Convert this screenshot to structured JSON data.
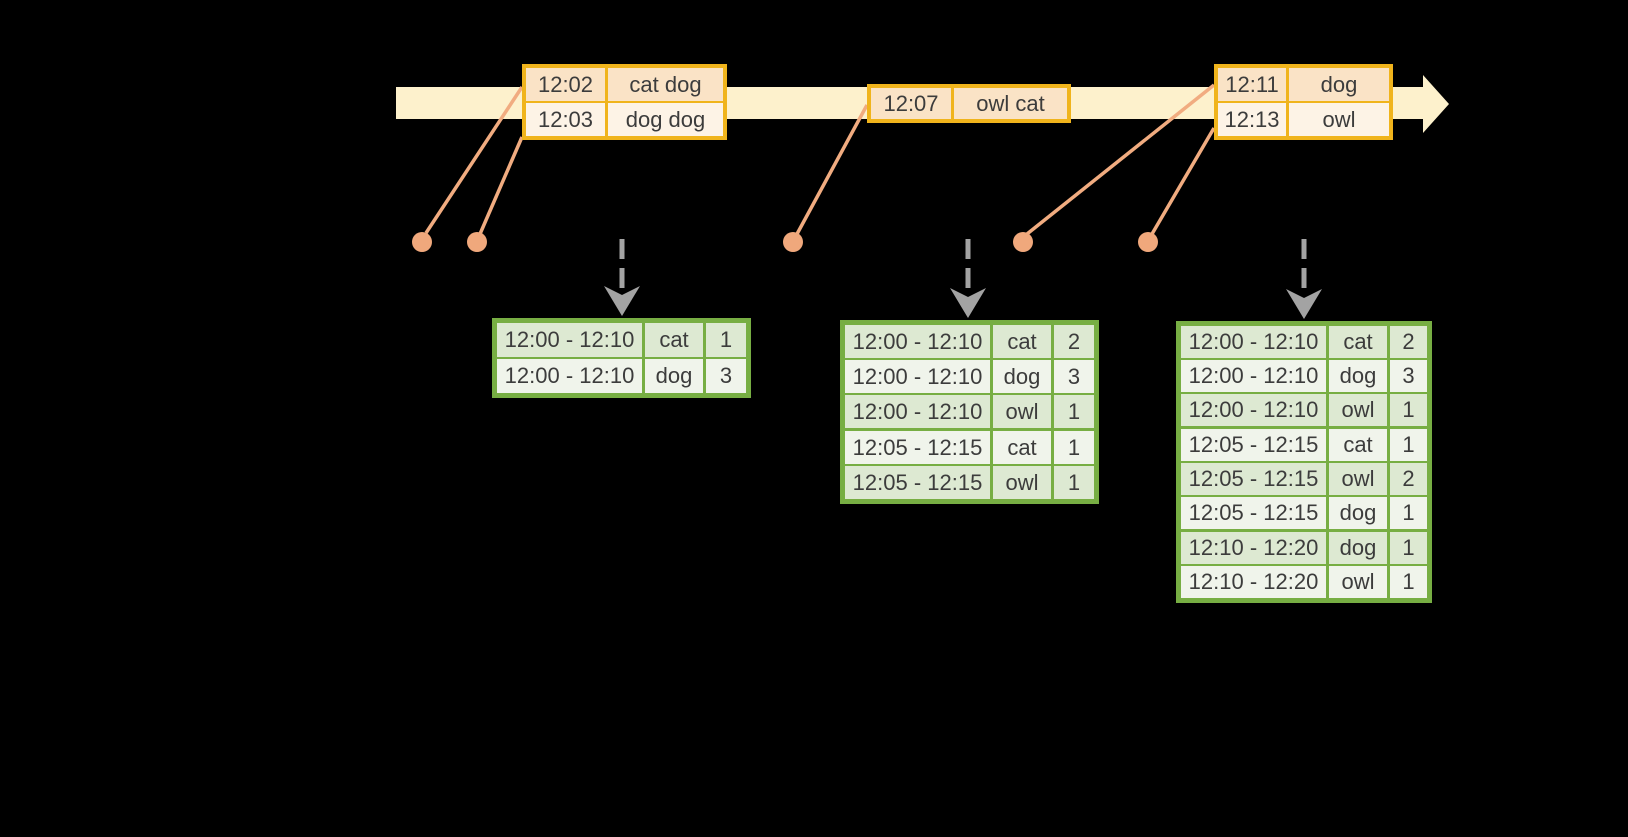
{
  "diagram": {
    "description": "windowed-word-count-stream-diagram",
    "input_batches": [
      {
        "name": "input-batch-1",
        "events": [
          {
            "time": "12:02",
            "words": "cat dog"
          },
          {
            "time": "12:03",
            "words": "dog dog"
          }
        ]
      },
      {
        "name": "input-batch-2",
        "events": [
          {
            "time": "12:07",
            "words": "owl cat"
          }
        ]
      },
      {
        "name": "input-batch-3",
        "events": [
          {
            "time": "12:11",
            "words": "dog"
          },
          {
            "time": "12:13",
            "words": "owl"
          }
        ]
      }
    ],
    "result_tables": [
      {
        "name": "result-table-1",
        "rows": [
          {
            "window": "12:00 - 12:10",
            "word": "cat",
            "count": "1"
          },
          {
            "window": "12:00 - 12:10",
            "word": "dog",
            "count": "3"
          }
        ]
      },
      {
        "name": "result-table-2",
        "rows": [
          {
            "window": "12:00 - 12:10",
            "word": "cat",
            "count": "2"
          },
          {
            "window": "12:00 - 12:10",
            "word": "dog",
            "count": "3"
          },
          {
            "window": "12:00 - 12:10",
            "word": "owl",
            "count": "1",
            "group_end": true
          },
          {
            "window": "12:05 - 12:15",
            "word": "cat",
            "count": "1"
          },
          {
            "window": "12:05 - 12:15",
            "word": "owl",
            "count": "1"
          }
        ]
      },
      {
        "name": "result-table-3",
        "rows": [
          {
            "window": "12:00 - 12:10",
            "word": "cat",
            "count": "2"
          },
          {
            "window": "12:00 - 12:10",
            "word": "dog",
            "count": "3"
          },
          {
            "window": "12:00 - 12:10",
            "word": "owl",
            "count": "1",
            "group_end": true
          },
          {
            "window": "12:05 - 12:15",
            "word": "cat",
            "count": "1"
          },
          {
            "window": "12:05 - 12:15",
            "word": "owl",
            "count": "2"
          },
          {
            "window": "12:05 - 12:15",
            "word": "dog",
            "count": "1",
            "group_end": true
          },
          {
            "window": "12:10 - 12:20",
            "word": "dog",
            "count": "1"
          },
          {
            "window": "12:10 - 12:20",
            "word": "owl",
            "count": "1"
          }
        ]
      }
    ],
    "colors": {
      "background": "#000000",
      "timeline_band": "#fdf1cc",
      "event_table_border": "#f0b41c",
      "event_row_odd": "#fae3c6",
      "event_row_even": "#fdf3e6",
      "connector_line": "#f1ac80",
      "event_dot": "#f0a87c",
      "trigger_arrow": "#a3a3a3",
      "result_table_border": "#77ae43",
      "result_row_odd": "#dde9d2",
      "result_row_even": "#f0f4eb",
      "text": "#3c3c3c"
    }
  }
}
